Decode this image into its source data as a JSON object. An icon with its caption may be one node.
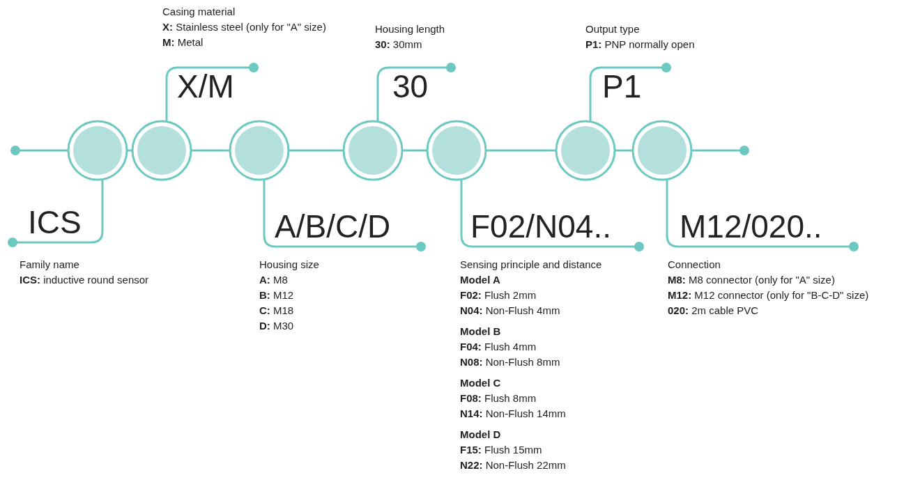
{
  "diagram": {
    "nodes": [
      {
        "text": [],
        "shape": "circle"
      },
      {
        "text": [],
        "shape": "circle"
      },
      {
        "text": [],
        "shape": "circle"
      },
      {
        "text": [],
        "shape": "circle"
      },
      {
        "text": [],
        "shape": "circle"
      },
      {
        "text": [],
        "shape": "circle"
      },
      {
        "text": [],
        "shape": "circle"
      },
      {
        "text": [
          "ICS"
        ],
        "beside": [
          "Family name",
          "**ICS:** inductive round sensor"
        ]
      },
      {
        "text": [
          "X/M"
        ],
        "beside": [
          "Casing material",
          "**X:** Stainless steel (only for \"A\" size)",
          "**M:** Metal"
        ]
      },
      {
        "text": [
          "A/B/C/D"
        ],
        "beside": [
          "Housing size",
          "**A:** M8",
          "**B:** M12",
          "**C:** M18",
          "**D:** M30"
        ]
      },
      {
        "text": [
          "30"
        ],
        "beside": [
          "Housing length",
          "**30:** 30mm"
        ]
      },
      {
        "text": [
          "F02/N04.."
        ],
        "beside": [
          "Sensing principle and distance",
          "Model A",
          "**F02:** Flush 2mm",
          "**N04:** Non-Flush 4mm",
          "Model B",
          "**F04:** Flush 4mm",
          "**N08:** Non-Flush 8mm",
          "Model C",
          "**F08:** Flush 8mm",
          "**N14:** Non-Flush 14mm",
          "Model D",
          "**F15:** Flush 15mm",
          "**N22:** Non-Flush 22mm"
        ]
      },
      {
        "text": [
          "P1"
        ],
        "beside": [
          "Output type",
          "**P1:** PNP normally open"
        ]
      },
      {
        "text": [
          "M12/020.."
        ],
        "beside": [
          "Connection",
          "**M8:** M8 connector (only for \"A\" size)",
          "**M12:** M12 connector (only for \"B-C-D\" size)",
          "**020:** 2m cable PVC"
        ]
      }
    ],
    "edges": [
      {
        "from": null,
        "to": 0,
        "arrow": "other"
      },
      {
        "from": 0,
        "to": 1,
        "arrow": "none"
      },
      {
        "from": 1,
        "to": 2,
        "arrow": "none"
      },
      {
        "from": 2,
        "to": 3,
        "arrow": "none"
      },
      {
        "from": 3,
        "to": 4,
        "arrow": "none"
      },
      {
        "from": 4,
        "to": 5,
        "arrow": "none"
      },
      {
        "from": 5,
        "to": 6,
        "arrow": "none"
      },
      {
        "from": 6,
        "to": null,
        "arrow": "other"
      },
      {
        "from": 0,
        "to": 7,
        "arrow": "other"
      },
      {
        "from": 1,
        "to": 8,
        "arrow": "other"
      },
      {
        "from": 2,
        "to": 9,
        "arrow": "other"
      },
      {
        "from": 3,
        "to": 10,
        "arrow": "other"
      },
      {
        "from": 4,
        "to": 11,
        "arrow": "other"
      },
      {
        "from": 5,
        "to": 12,
        "arrow": "other"
      },
      {
        "from": 6,
        "to": 13,
        "arrow": "other"
      }
    ]
  }
}
